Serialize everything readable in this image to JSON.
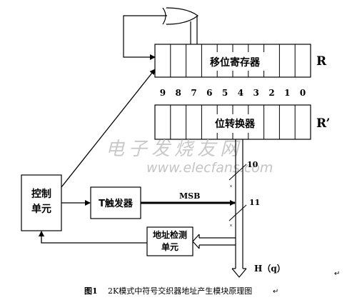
{
  "diagram": {
    "shift_register": {
      "label": "移位寄存器",
      "side_label": "R"
    },
    "converter": {
      "label": "位转换器",
      "side_label": "R’"
    },
    "bit_labels": [
      "9",
      "8",
      "7",
      "6",
      "5",
      "4",
      "3",
      "2",
      "1",
      "0"
    ],
    "control_unit": {
      "line1": "控制",
      "line2": "单元"
    },
    "trigger": {
      "label": "T触发器"
    },
    "address_check": {
      "line1": "地址检测",
      "line2": "单元"
    },
    "signals": {
      "msb": "MSB",
      "bus_in_top": "10",
      "bus_in_bottom": "11",
      "small_top": "x",
      "small_bottom": "x",
      "output": "H（q）"
    },
    "watermark": {
      "chinese": "电子发烧友网",
      "url": "www.elecfans.com"
    }
  },
  "caption": {
    "figure_no": "图1",
    "text": "2K模式中符号交织器地址产生模块原理图"
  },
  "marks": {
    "return_arrow": "↵"
  }
}
